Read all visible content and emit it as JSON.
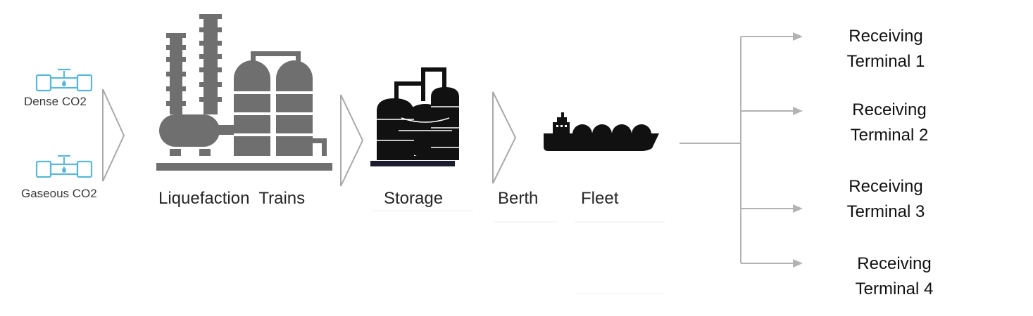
{
  "inputs": [
    {
      "label": "Dense CO2",
      "icon": "pipe-valve-icon"
    },
    {
      "label": "Gaseous CO2",
      "icon": "pipe-valve-icon"
    }
  ],
  "stages": [
    {
      "label": "Liquefaction  Trains",
      "icon": "liquefaction-plant-icon"
    },
    {
      "label": "Storage",
      "icon": "storage-tanks-icon"
    },
    {
      "label": "Berth"
    },
    {
      "label": "Fleet",
      "icon": "lng-carrier-ship-icon"
    }
  ],
  "terminals": [
    {
      "line1": "Receiving",
      "line2": "Terminal 1"
    },
    {
      "line1": "Receiving",
      "line2": "Terminal 2"
    },
    {
      "line1": "Receiving",
      "line2": "Terminal 3"
    },
    {
      "line1": "Receiving",
      "line2": "Terminal 4"
    }
  ],
  "colors": {
    "pipe_icon": "#5bb7d8",
    "plant_icon": "#6f6f6f",
    "tank_icon": "#111111",
    "chevron": "#a9a9a9",
    "connector": "#b3b3b3"
  }
}
